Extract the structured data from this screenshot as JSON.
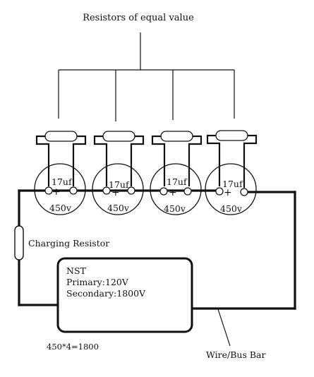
{
  "title": "Resistors of equal value",
  "capacitors": [
    {
      "capacitance": "17uf",
      "voltage": "450v",
      "polarity": "+"
    },
    {
      "capacitance": "17uf",
      "voltage": "450v",
      "polarity": "+"
    },
    {
      "capacitance": "17uf",
      "voltage": "450v",
      "polarity": "+"
    },
    {
      "capacitance": "17uf",
      "voltage": "450v",
      "polarity": "+"
    }
  ],
  "charging_resistor_label": "Charging Resistor",
  "transformer": {
    "name": "NST",
    "primary": "Primary:120V",
    "secondary": "Secondary:1800V"
  },
  "equation": "450*4=1800",
  "wire_label": "Wire/Bus Bar"
}
